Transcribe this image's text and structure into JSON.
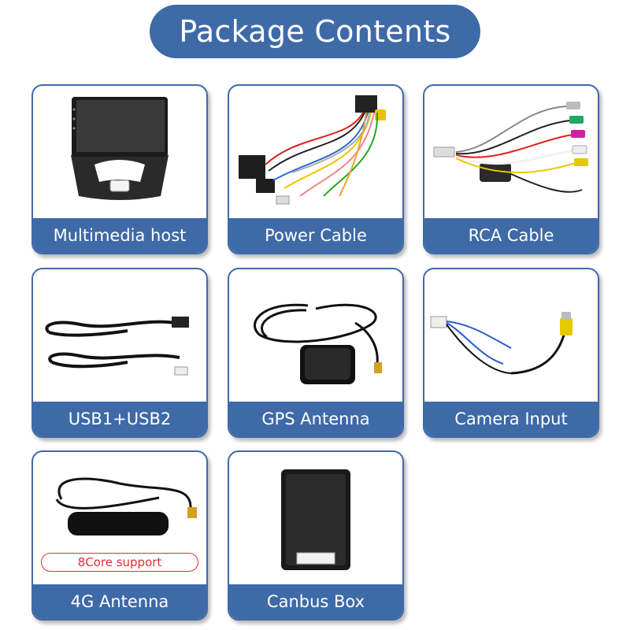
{
  "title": "Package Contents",
  "colors": {
    "accent": "#3f6aa8",
    "badge": "#e03030"
  },
  "items": [
    {
      "label": "Multimedia host",
      "icon": "car-stereo-icon"
    },
    {
      "label": "Power Cable",
      "icon": "wiring-harness-icon"
    },
    {
      "label": "RCA Cable",
      "icon": "rca-cable-icon"
    },
    {
      "label": "USB1+USB2",
      "icon": "usb-cable-icon"
    },
    {
      "label": "GPS Antenna",
      "icon": "gps-antenna-icon"
    },
    {
      "label": "Camera Input",
      "icon": "camera-cable-icon"
    },
    {
      "label": "4G Antenna",
      "icon": "4g-antenna-icon",
      "badge": "8Core support"
    },
    {
      "label": "Canbus Box",
      "icon": "canbus-box-icon"
    }
  ]
}
